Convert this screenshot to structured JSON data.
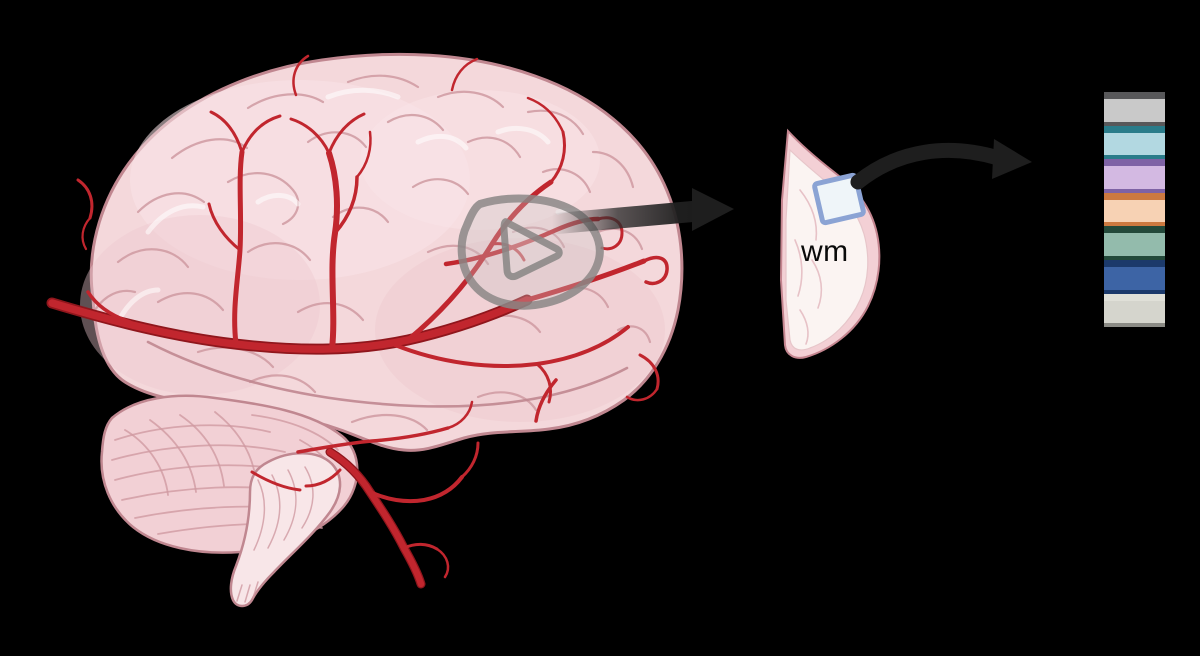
{
  "labels": {
    "white_matter": "wm"
  },
  "colors": {
    "background": "#000000",
    "brain_fill": "#f4d8db",
    "brain_outline": "#c08790",
    "gyri_line": "#cf9aa1",
    "artery_red": "#c1262e",
    "artery_dark": "#8f161c",
    "cerebellum_fill": "#f2d0d5",
    "brainstem_fill": "#f8e6e8",
    "region_outline_gray": "#8b8887",
    "arrow_black": "#1e1e1e",
    "slice_cortex_pink": "#f3d0d5",
    "slice_outline": "#c4858f",
    "white_matter_fill": "#fbf4f2",
    "sample_square_border": "#8ba3d4",
    "sample_square_fill": "#eff5f9"
  },
  "stack": {
    "slabs": [
      {
        "name": "gray",
        "face": "#c9c9c9",
        "edge": "#58585a"
      },
      {
        "name": "light-blue",
        "face": "#b2d8e1",
        "edge": "#2a7c8a"
      },
      {
        "name": "lavender",
        "face": "#d3b9e2",
        "edge": "#7e62a5"
      },
      {
        "name": "peach",
        "face": "#f7d2b4",
        "edge": "#cc7940"
      },
      {
        "name": "sage-green",
        "face": "#93bbac",
        "edge": "#23493a"
      },
      {
        "name": "blue",
        "face": "#3d64a5",
        "edge": "#1c3a6b"
      },
      {
        "name": "off-white",
        "face": "#d5d5cd",
        "edge": "#8b8b85",
        "edge_top": "#e0e0d8"
      }
    ]
  }
}
